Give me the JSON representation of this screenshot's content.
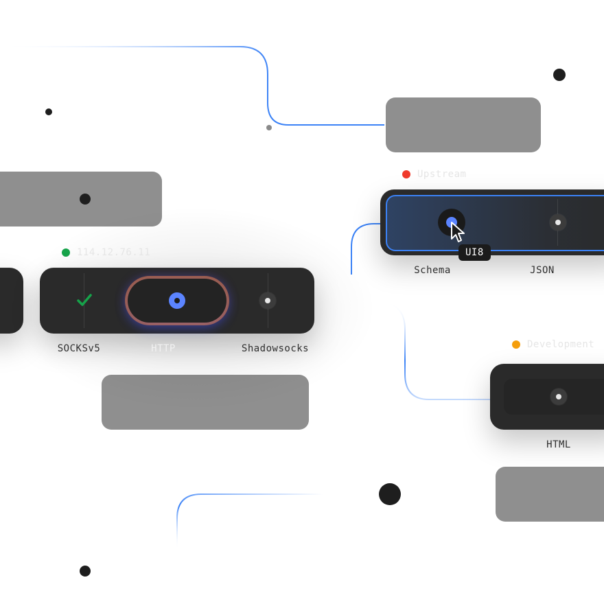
{
  "left_panel": {
    "status_text": "114.12.76.11",
    "status_color": "#16a34a",
    "options": [
      {
        "label": "SOCKSv5",
        "state": "checked"
      },
      {
        "label": "HTTP",
        "state": "selected"
      },
      {
        "label": "Shadowsocks",
        "state": "off"
      }
    ],
    "accent_colors": [
      "#5b84ff",
      "#e48a4a"
    ]
  },
  "right_panel": {
    "status_text": "Upstream",
    "status_color": "#f03a2b",
    "options": [
      {
        "label": "Schema",
        "state": "selected"
      },
      {
        "label": "JSON",
        "state": "off"
      }
    ],
    "tooltip": "UI8",
    "accent_color": "#3b82f6"
  },
  "bottom_panel": {
    "status_text": "Development",
    "status_color": "#f59e0b",
    "options": [
      {
        "label": "HTML",
        "state": "off"
      }
    ]
  },
  "icons": {
    "check": "check-icon",
    "cursor": "mouse-pointer-icon"
  }
}
